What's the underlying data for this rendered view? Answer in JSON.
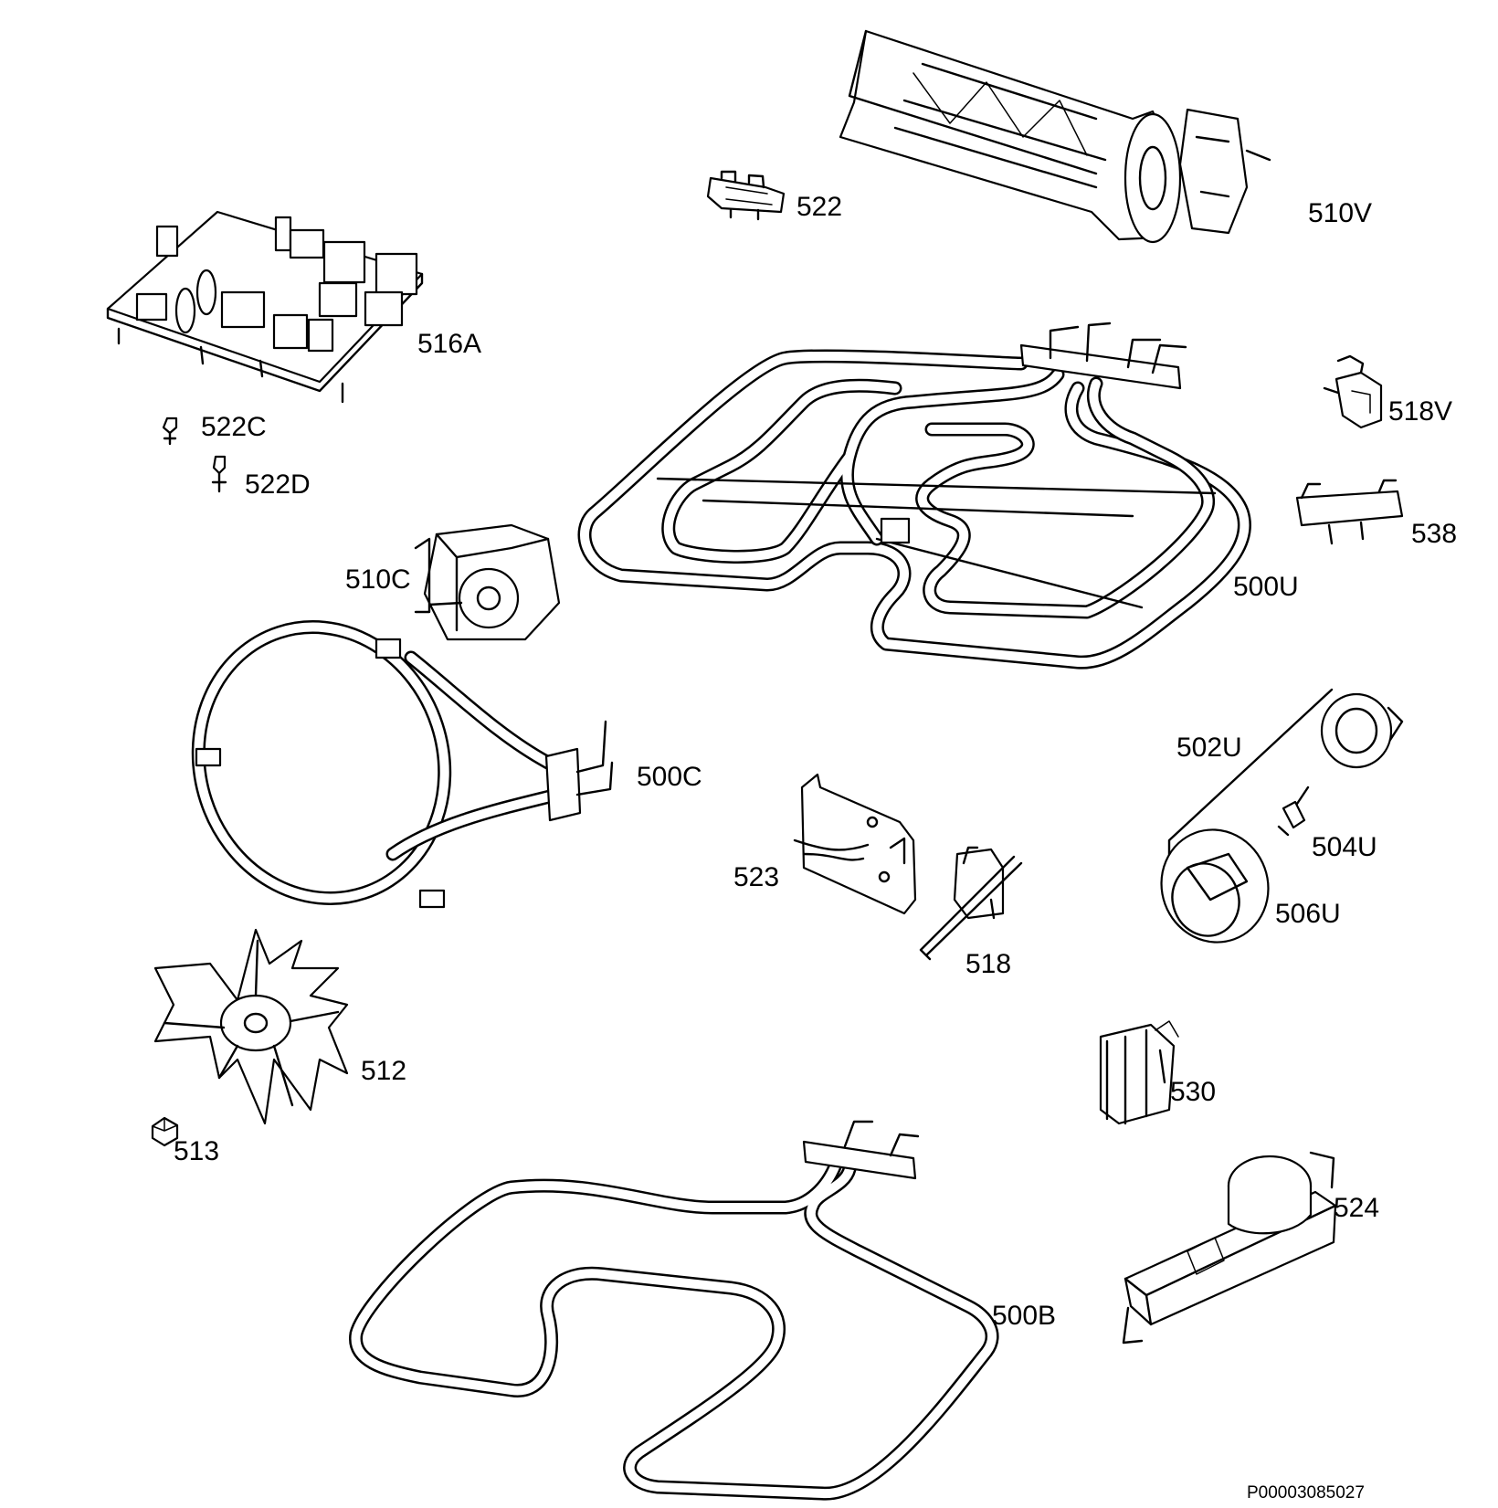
{
  "labels": {
    "l522": "522",
    "l510V": "510V",
    "l516A": "516A",
    "l522C": "522C",
    "l522D": "522D",
    "l518V": "518V",
    "l538": "538",
    "l510C": "510C",
    "l500U": "500U",
    "l500C": "500C",
    "l502U": "502U",
    "l504U": "504U",
    "l506U": "506U",
    "l523": "523",
    "l518": "518",
    "l512": "512",
    "l513": "513",
    "l530": "530",
    "l524": "524",
    "l500B": "500B"
  },
  "document_code": "P00003085027"
}
